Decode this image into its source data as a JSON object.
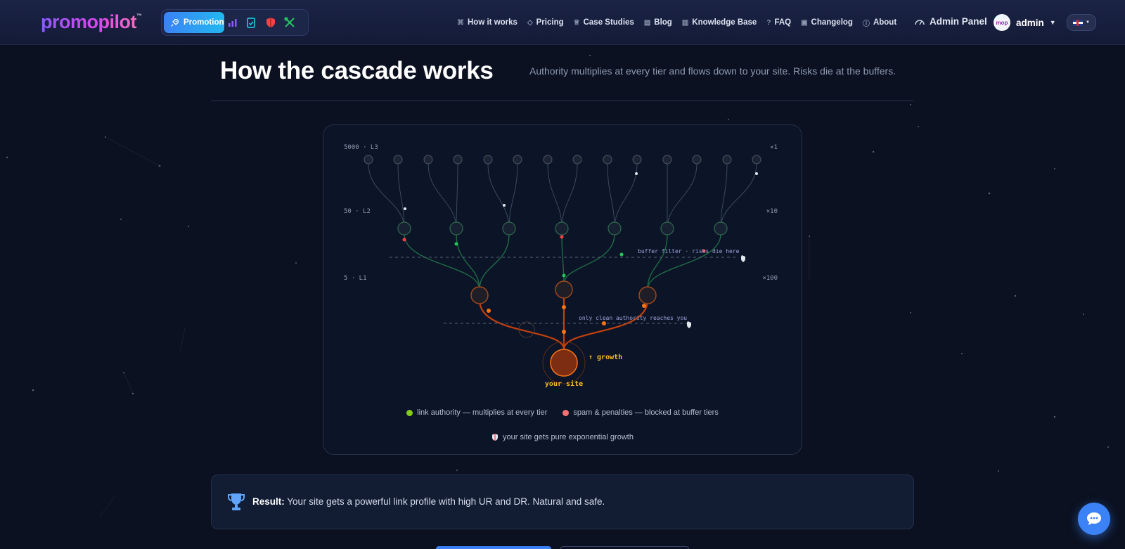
{
  "brand": {
    "name": "promopilot",
    "tm": "™"
  },
  "toolbar": {
    "promotion_label": "Promotion"
  },
  "nav": {
    "items": [
      {
        "label": "How it works",
        "icon": "sitemap-icon"
      },
      {
        "label": "Pricing",
        "icon": "tag-icon"
      },
      {
        "label": "Case Studies",
        "icon": "trophy-icon"
      },
      {
        "label": "Blog",
        "icon": "blog-icon"
      },
      {
        "label": "Knowledge Base",
        "icon": "book-icon"
      },
      {
        "label": "FAQ",
        "icon": "question-icon"
      },
      {
        "label": "Changelog",
        "icon": "changelog-icon"
      },
      {
        "label": "About",
        "icon": "info-icon"
      }
    ],
    "admin_panel": "Admin Panel",
    "user_name": "admin",
    "avatar_text": "mop",
    "lang": "EN"
  },
  "section": {
    "title": "How the cascade works",
    "subtitle": "Authority multiplies at every tier and flows down to your site. Risks die at the buffers."
  },
  "diagram": {
    "tiers": [
      {
        "label": "5000 · L3",
        "multiplier": "×1"
      },
      {
        "label": "50 · L2",
        "multiplier": "×10"
      },
      {
        "label": "5 · L1",
        "multiplier": "×100"
      }
    ],
    "buffer_label": "buffer filter · risks die here",
    "clean_label": "only clean authority reaches you",
    "growth_label": "↑ growth",
    "site_label": "your site",
    "colors": {
      "authority": "#22c55e",
      "risk": "#ef4444",
      "flow": "#f97316",
      "site": "#fbbf24"
    }
  },
  "legend": {
    "authority": "link authority — multiplies at every tier",
    "risk": "spam & penalties — blocked at buffer tiers",
    "pure": "your site gets pure exponential growth"
  },
  "result": {
    "label": "Result:",
    "text": " Your site gets a powerful link profile with high UR and DR. Natural and safe."
  }
}
